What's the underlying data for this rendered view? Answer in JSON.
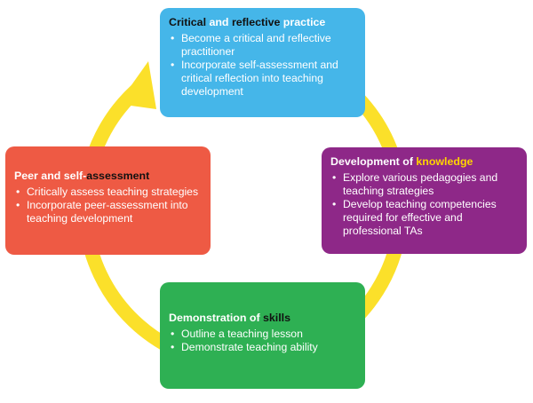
{
  "colors": {
    "arrow": "#fbe02a",
    "top_box": "#45b6e9",
    "right_box": "#8e2888",
    "bottom_box": "#2eb053",
    "left_box": "#ee5a44",
    "highlight_black": "#111111",
    "highlight_yellow": "#ffd400"
  },
  "top": {
    "title_part1": "Critical",
    "title_part2": " and ",
    "title_part3": "reflective",
    "title_part4": " practice",
    "bullets": [
      "Become a critical and reflective practitioner",
      "Incorporate self-assessment and critical reflection into teaching development"
    ]
  },
  "right": {
    "title_part1": "Development of ",
    "title_part2": "knowledge",
    "bullets": [
      "Explore various pedagogies and teaching strategies",
      "Develop teaching competencies required for effective and professional TAs"
    ]
  },
  "bottom": {
    "title_part1": "Demonstration of ",
    "title_part2": "skills",
    "bullets": [
      "Outline a teaching lesson",
      "Demonstrate teaching ability"
    ]
  },
  "left": {
    "title_part1": "Peer and self-",
    "title_part2": "assessment",
    "bullets": [
      "Critically assess teaching strategies",
      "Incorporate peer-assessment into teaching development"
    ]
  }
}
